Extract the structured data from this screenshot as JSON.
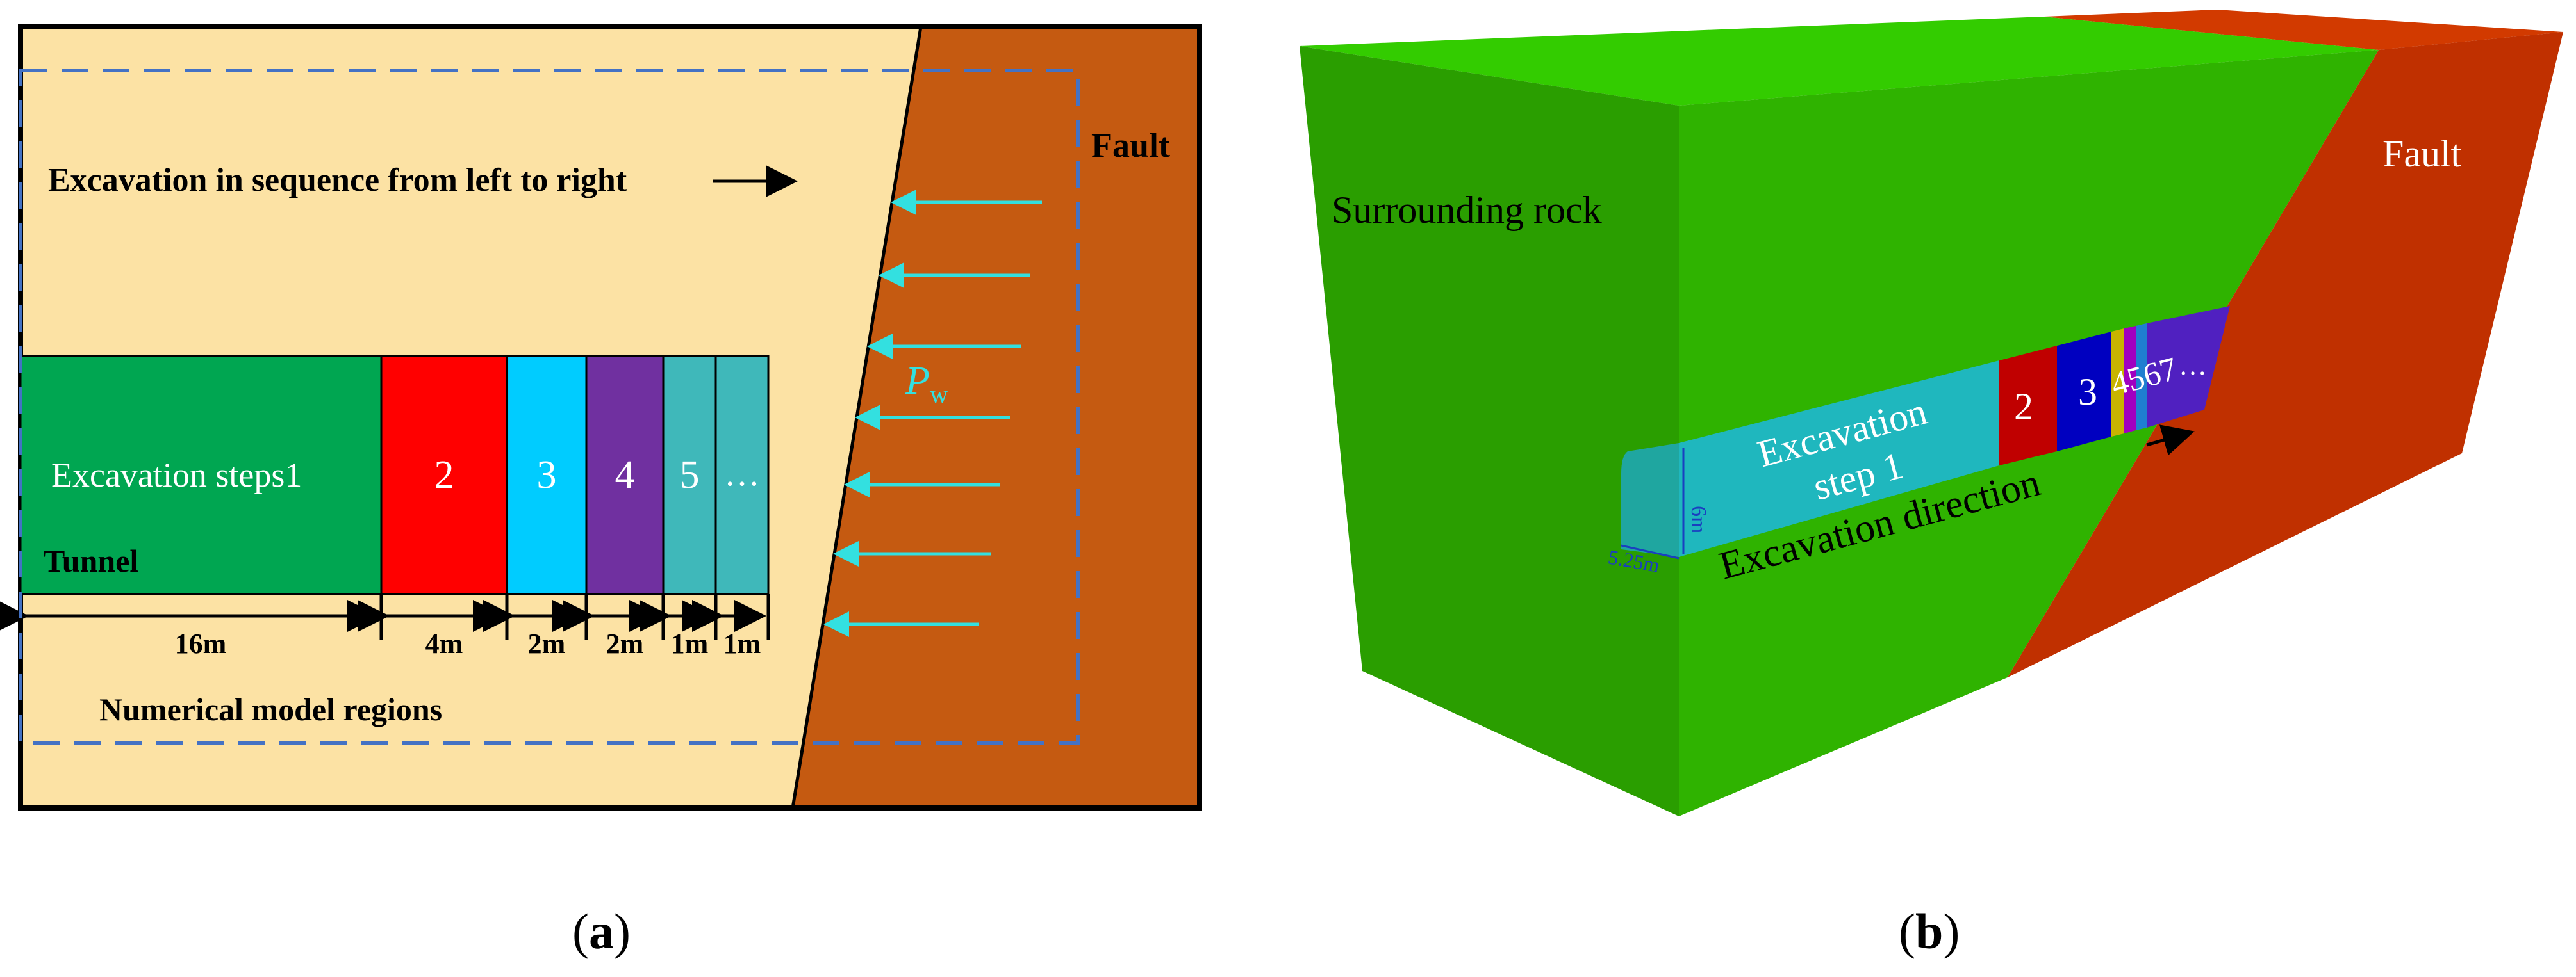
{
  "panel_a": {
    "arrow_text": "Excavation in sequence from left to right",
    "fault_label": "Fault",
    "pressure_label": "P",
    "pressure_subscript": "w",
    "tunnel_label": "Tunnel",
    "region_label": "Numerical model regions",
    "segments": [
      {
        "label": "Excavation steps1",
        "length": "16m",
        "color": "#00A651"
      },
      {
        "label": "2",
        "length": "4m",
        "color": "#FF0000"
      },
      {
        "label": "3",
        "length": "2m",
        "color": "#00CCFF"
      },
      {
        "label": "4",
        "length": "2m",
        "color": "#7030A0"
      },
      {
        "label": "5",
        "length": "1m",
        "color": "#3FB8BA"
      },
      {
        "label": "…",
        "length": "1m",
        "color": "#3FB8BA"
      }
    ],
    "caption_letter": "a"
  },
  "panel_b": {
    "surrounding_label": "Surrounding rock",
    "fault_label": "Fault",
    "step1_line1": "Excavation",
    "step1_line2": "step 1",
    "step2": "2",
    "step3": "3",
    "small_steps": "4567",
    "dots": "…",
    "direction_label": "Excavation direction",
    "height_dim": "6m",
    "width_dim": "5.25m",
    "caption_letter": "b"
  },
  "colors": {
    "rock_panel_a": "#FCE2A4",
    "fault_panel_a": "#C55A11",
    "rock_top_b": "#33CC00",
    "rock_front_b": "#2FB300",
    "rock_side_b": "#2A9E00",
    "fault_b": "#C03000",
    "arrow_cyan": "#33E0E0",
    "dashed_blue": "#4472C4"
  }
}
